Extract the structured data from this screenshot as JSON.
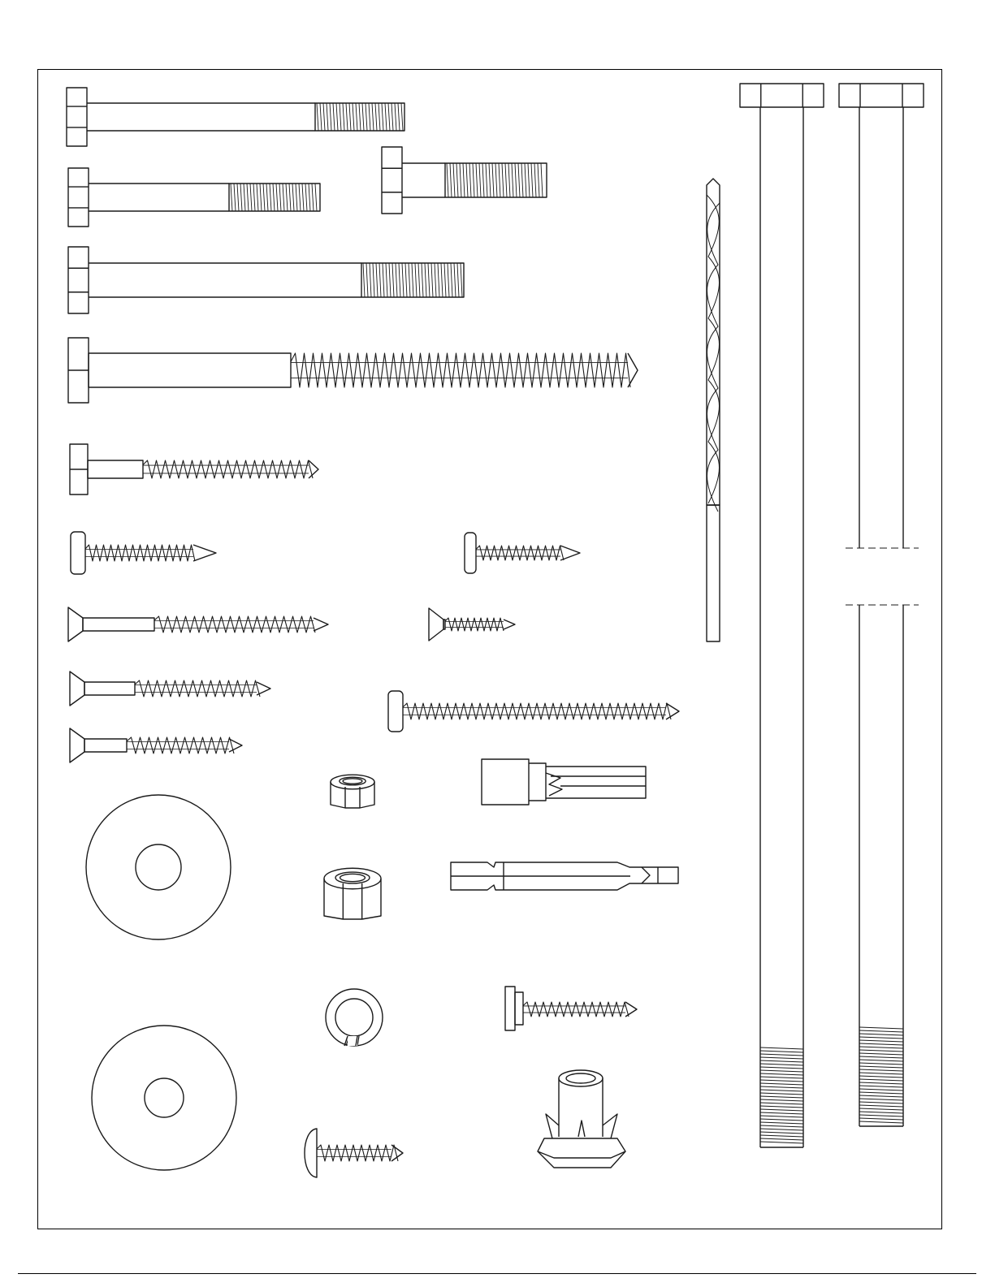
{
  "colors": {
    "ink": "#1a1a1a",
    "paper": "#ffffff"
  },
  "diagram": {
    "kind": "hardware-parts-sheet",
    "items": [
      {
        "id": "hex-bolt-a",
        "icon": "hex-bolt-icon"
      },
      {
        "id": "hex-bolt-b",
        "icon": "hex-bolt-icon"
      },
      {
        "id": "hex-bolt-c",
        "icon": "hex-bolt-icon"
      },
      {
        "id": "hex-bolt-d",
        "icon": "hex-bolt-icon"
      },
      {
        "id": "lag-screw-long",
        "icon": "lag-screw-icon"
      },
      {
        "id": "lag-screw-short",
        "icon": "lag-screw-icon"
      },
      {
        "id": "pan-head-screw-a",
        "icon": "pan-head-screw-icon"
      },
      {
        "id": "pan-head-screw-b",
        "icon": "pan-head-screw-icon"
      },
      {
        "id": "pan-head-screw-long",
        "icon": "pan-head-screw-icon"
      },
      {
        "id": "flat-head-screw-a",
        "icon": "flat-head-screw-icon"
      },
      {
        "id": "flat-head-screw-b",
        "icon": "flat-head-screw-icon"
      },
      {
        "id": "flat-head-screw-c",
        "icon": "flat-head-screw-icon"
      },
      {
        "id": "flat-head-screw-d",
        "icon": "flat-head-screw-icon"
      },
      {
        "id": "drill-bit",
        "icon": "drill-bit-icon"
      },
      {
        "id": "long-bolt-a",
        "icon": "long-bolt-icon"
      },
      {
        "id": "long-bolt-b",
        "icon": "long-bolt-icon"
      },
      {
        "id": "washer-large",
        "icon": "washer-icon"
      },
      {
        "id": "washer-medium",
        "icon": "washer-icon"
      },
      {
        "id": "lock-nut-small",
        "icon": "lock-nut-icon"
      },
      {
        "id": "lock-nut-large",
        "icon": "lock-nut-icon"
      },
      {
        "id": "split-lock-washer",
        "icon": "lock-washer-icon"
      },
      {
        "id": "truss-head-screw",
        "icon": "truss-head-screw-icon"
      },
      {
        "id": "hex-socket-adapter",
        "icon": "socket-adapter-icon"
      },
      {
        "id": "driver-bit",
        "icon": "driver-bit-icon"
      },
      {
        "id": "hex-washer-head-screw",
        "icon": "hex-washer-screw-icon"
      },
      {
        "id": "t-nut",
        "icon": "t-nut-icon"
      }
    ]
  }
}
